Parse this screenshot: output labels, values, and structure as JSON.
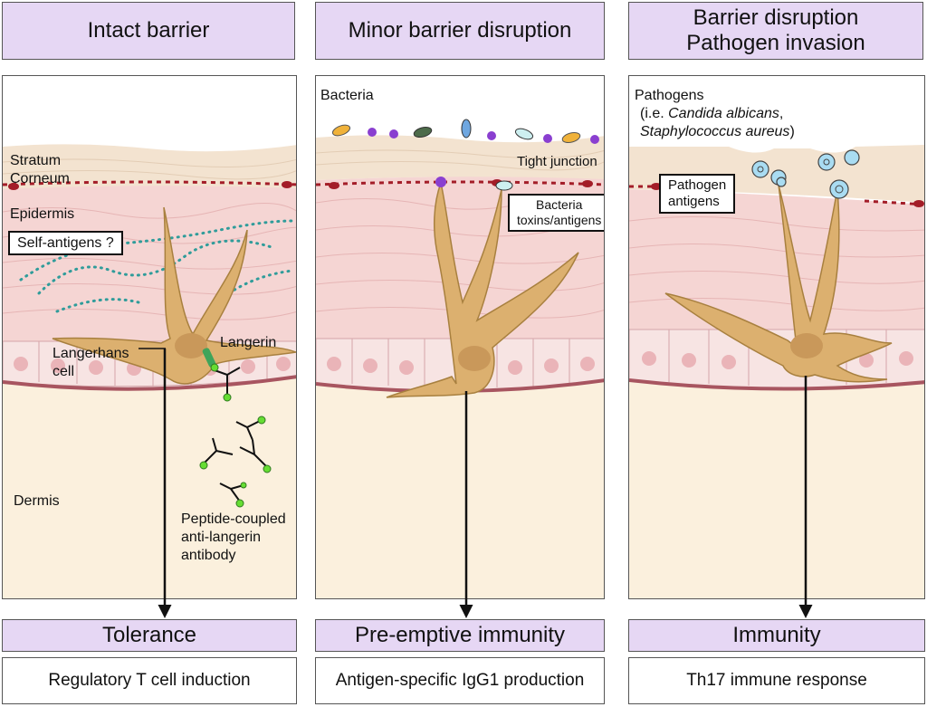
{
  "panels": [
    {
      "header": [
        "Intact barrier"
      ],
      "outcome": "Tolerance",
      "result": "Regulatory T cell induction",
      "labels": {
        "stratum": "Stratum",
        "corneum": "Corneum",
        "epidermis": "Epidermis",
        "self_antigens": "Self-antigens ?",
        "langerhans": "Langerhans",
        "cell": "cell",
        "langerin": "Langerin",
        "dermis": "Dermis",
        "antibody_1": "Peptide-coupled",
        "antibody_2": "anti-langerin",
        "antibody_3": "antibody"
      }
    },
    {
      "header": [
        "Minor barrier disruption"
      ],
      "outcome": "Pre-emptive immunity",
      "result": "Antigen-specific IgG1 production",
      "labels": {
        "bacteria": "Bacteria",
        "tight_junction": "Tight junction",
        "toxins_1": "Bacteria",
        "toxins_2": "toxins/antigens"
      }
    },
    {
      "header": [
        "Barrier disruption",
        "Pathogen invasion"
      ],
      "outcome": "Immunity",
      "result": "Th17 immune response",
      "labels": {
        "pathogens": "Pathogens",
        "ie_open": "(i.e. ",
        "candida": "Candida albicans",
        "comma": ",",
        "staph": "Staphylococcus aureus",
        "ie_close": ")",
        "pathogen_ag_1": "Pathogen",
        "pathogen_ag_2": "antigens"
      }
    }
  ],
  "colors": {
    "header_fill": "#e6d7f4",
    "stratum_corneum": "#f3e3d0",
    "epidermis": "#f5d5d3",
    "basal_cells": "#f7e4e3",
    "nucleus": "#eab4b8",
    "dermis": "#fbf0dd",
    "dermis_border": "#a85560",
    "tight_junction": "#a31d28",
    "langerhans_cell": "#dcb06f",
    "self_antigen_dots": "#2f9c9a",
    "bacteria_purple": "#8a3fd0",
    "antibody_tip": "#66dd33",
    "pathogen": "#a9dcf2"
  }
}
